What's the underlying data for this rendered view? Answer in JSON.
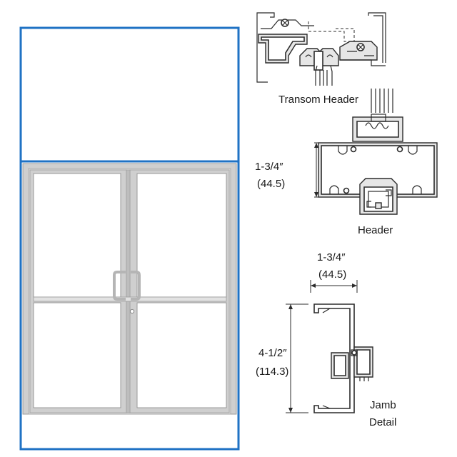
{
  "colors": {
    "frame_blue": "#1f72c4",
    "door_frame": "#cfcfcf",
    "door_frame_edge": "#9c9c9c",
    "line": "#2b2b2b"
  },
  "labels": {
    "transom_header": "Transom Header",
    "header": "Header",
    "header_dim_inch": "1-3/4″",
    "header_dim_mm": "(44.5)",
    "jamb_width_inch": "1-3/4″",
    "jamb_width_mm": "(44.5)",
    "jamb_depth_inch": "4-1/2″",
    "jamb_depth_mm": "(114.3)",
    "jamb_detail_line1": "Jamb",
    "jamb_detail_line2": "Detail"
  }
}
